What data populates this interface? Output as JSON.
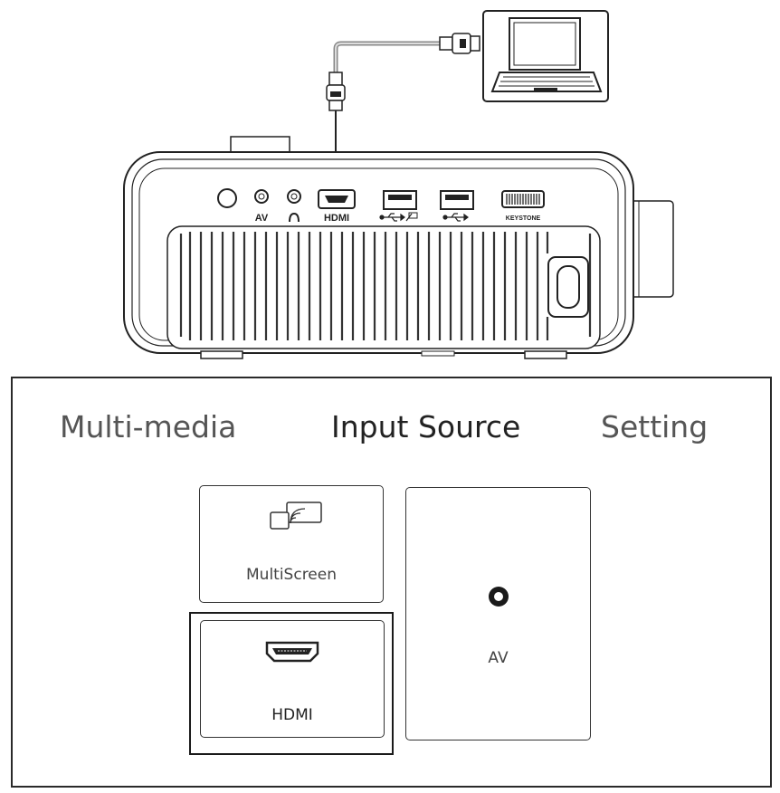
{
  "diagram": {
    "port_labels": {
      "av": "AV",
      "hdmi": "HDMI",
      "keystone": "KEYSTONE"
    }
  },
  "menu": {
    "tabs": {
      "multimedia": "Multi-media",
      "input_source": "Input Source",
      "setting": "Setting"
    },
    "selected_tab": "Input Source",
    "cards": {
      "multiscreen": {
        "label": "MultiScreen",
        "icon": "screen-cast-icon"
      },
      "hdmi": {
        "label": "HDMI",
        "icon": "hdmi-port-icon",
        "selected": true
      },
      "av": {
        "label": "AV",
        "icon": "av-jack-icon"
      }
    }
  }
}
